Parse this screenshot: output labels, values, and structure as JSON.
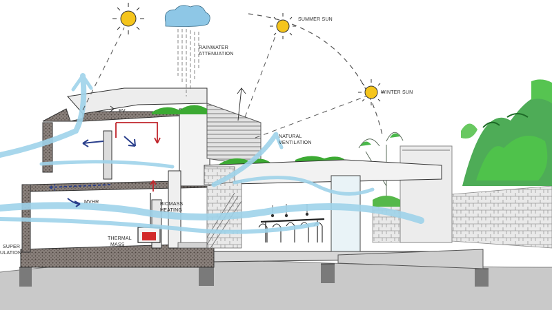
{
  "labels": {
    "rainwater_1": "RAINWATER",
    "rainwater_2": "ATTENUATION",
    "summer_sun": "SUMMER SUN",
    "winter_sun": "WINTER SUN",
    "pv": "PV",
    "natural_ventilation_1": "NATURAL",
    "natural_ventilation_2": "VENTILATION",
    "mvhr": "MVHR",
    "biomass_1": "BIOMASS",
    "biomass_2": "HEATING",
    "thermal_1": "THERMAL",
    "thermal_2": "MASS",
    "super_1": "SUPER",
    "super_2": "ULATION"
  },
  "colors": {
    "sun": "#f5c51c",
    "cloud": "#8ec7e6",
    "airflow": "#9fd3ea",
    "roof_green": "#3caa33",
    "warm_air": "#c0252b",
    "cool_air": "#2a3f8c",
    "ground": "#c9c9c9",
    "wall_dark": "#5b4f4a",
    "fireplace": "#d22a2a"
  },
  "icons": [
    "summer-sun-icon",
    "winter-sun-icon",
    "noon-sun-icon",
    "rain-cloud-icon",
    "tree-icon",
    "dining-table-icon"
  ]
}
